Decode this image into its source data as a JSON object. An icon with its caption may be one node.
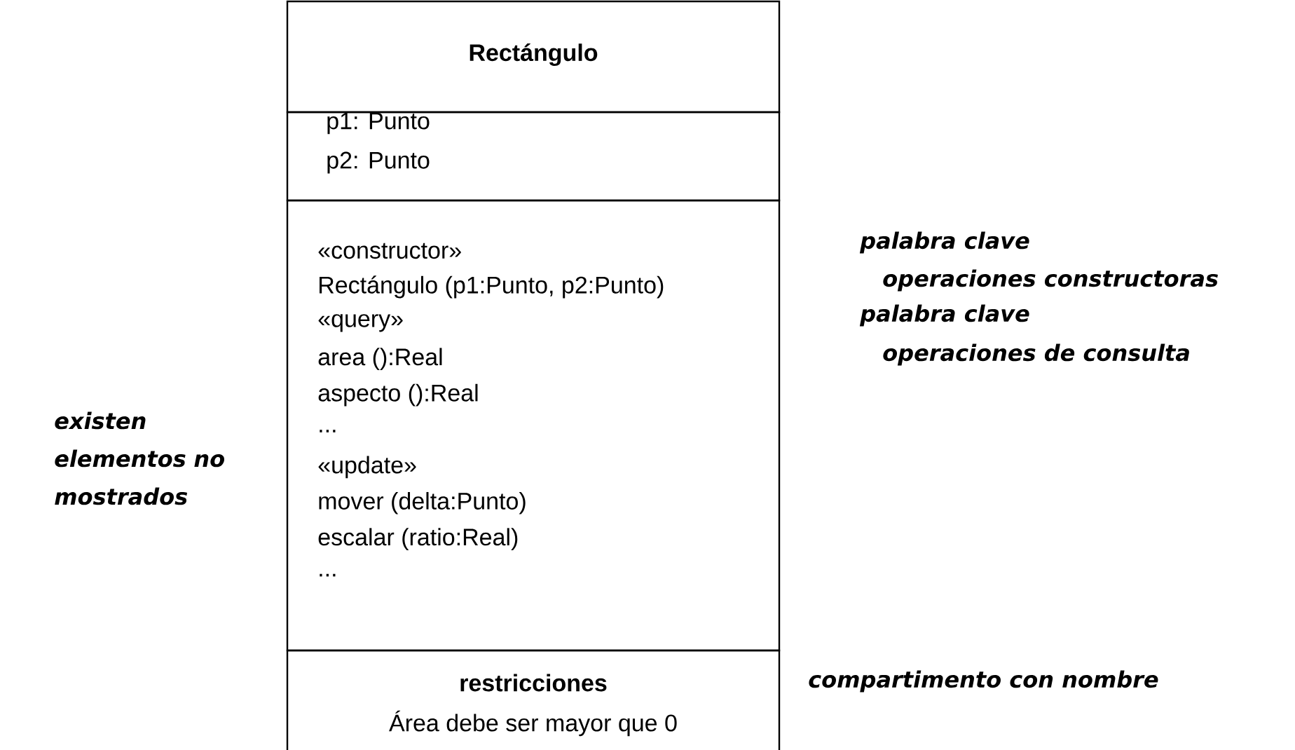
{
  "diagram": {
    "nodes": [
      {
        "text": [
          "Rectángulo"
        ]
      },
      {
        "text": [
          "p1: Punto",
          "p2: Punto"
        ]
      },
      {
        "text": [
          "«constructor»",
          "Rectángulo (p1:Punto, p2:Punto)",
          "«query»",
          "area ():Real",
          "aspecto ():Real",
          "...",
          "«update»",
          "mover (delta:Punto)",
          "escalar (ratio:Real)",
          "..."
        ]
      },
      {
        "text": [
          "restricciones",
          "Área debe ser mayor que 0"
        ]
      }
    ],
    "labels": [
      "palabra clave",
      "operaciones constructoras",
      "palabra clave",
      "operaciones de consulta",
      "existen elementos no mostrados",
      "compartimento con nombre"
    ]
  }
}
